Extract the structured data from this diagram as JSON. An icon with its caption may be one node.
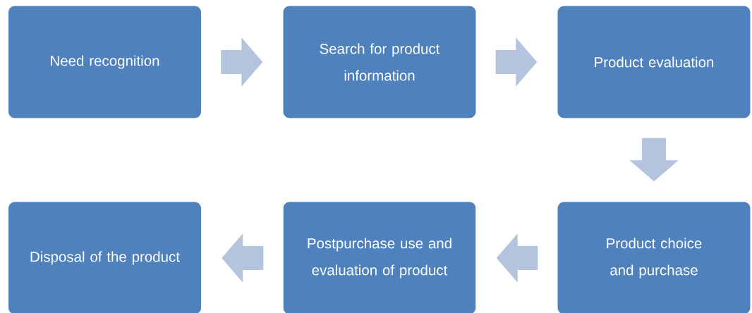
{
  "diagram": {
    "nodes": [
      {
        "text": [
          "Need recognition"
        ]
      },
      {
        "text": [
          "Search for product information"
        ]
      },
      {
        "text": [
          "Product evaluation"
        ]
      },
      {
        "text": [
          "Disposal of the product"
        ]
      },
      {
        "text": [
          "Postpurchase use and evaluation of product"
        ]
      },
      {
        "text": [
          "Product choice and purchase"
        ]
      }
    ],
    "edges": [
      {
        "from": 0,
        "to": 1,
        "arrow": "to"
      },
      {
        "from": 1,
        "to": 2,
        "arrow": "to"
      },
      {
        "from": 2,
        "to": 5,
        "arrow": "to"
      },
      {
        "from": 5,
        "to": 4,
        "arrow": "to"
      },
      {
        "from": 4,
        "to": 3,
        "arrow": "to"
      }
    ]
  }
}
